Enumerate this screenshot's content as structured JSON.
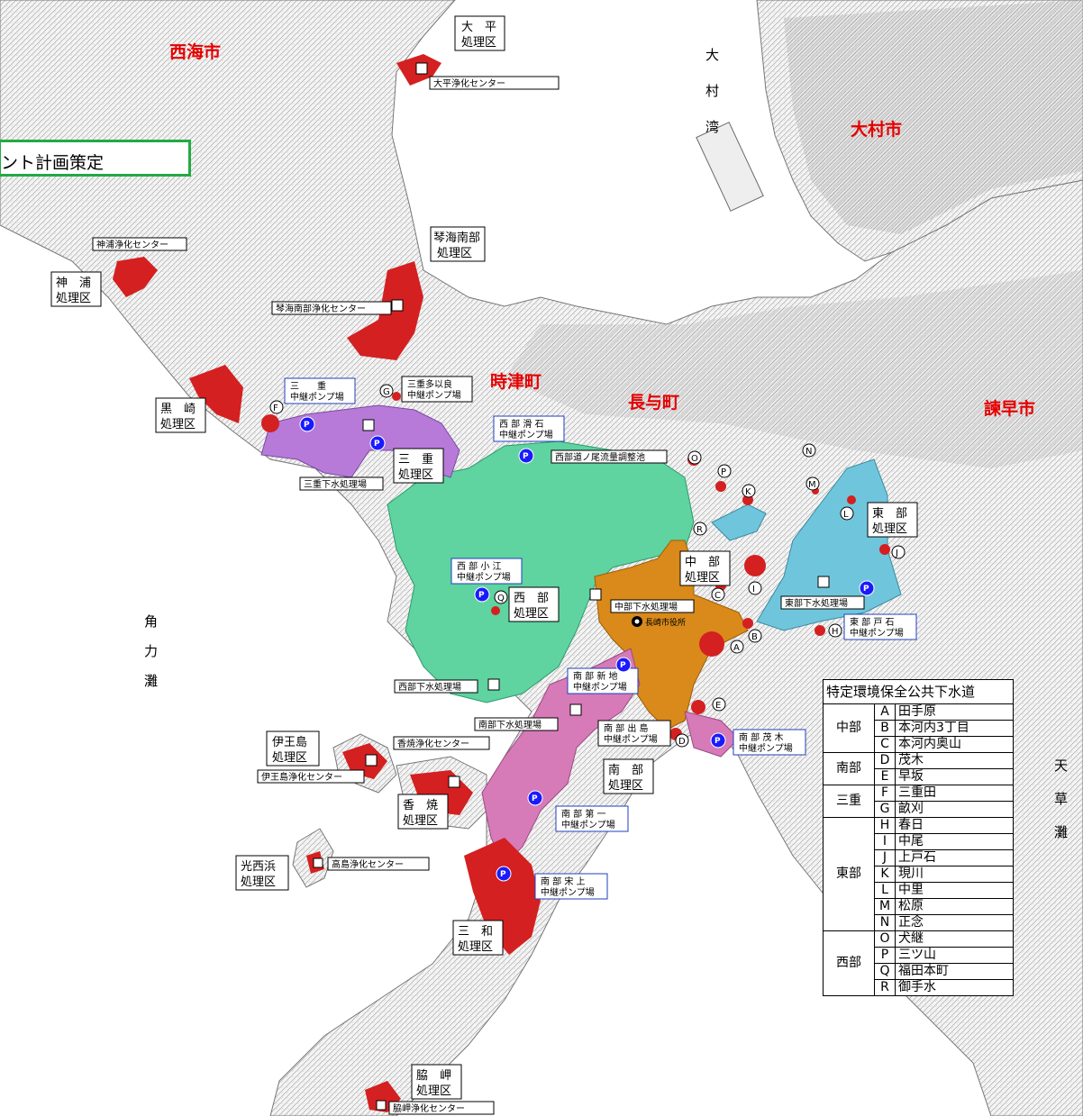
{
  "banner": {
    "text": "ント計画策定"
  },
  "sea_labels": [
    {
      "id": "omura-bay",
      "chars": [
        "大",
        "村",
        "湾"
      ]
    },
    {
      "id": "kakuriki",
      "chars": [
        "角",
        "力",
        "灘"
      ]
    },
    {
      "id": "amakusa",
      "chars": [
        "天",
        "草",
        "灘"
      ]
    }
  ],
  "cities": [
    {
      "id": "saikai",
      "name": "西海市"
    },
    {
      "id": "omura",
      "name": "大村市"
    },
    {
      "id": "togitsu",
      "name": "時津町"
    },
    {
      "id": "nagayo",
      "name": "長与町"
    },
    {
      "id": "isahaya",
      "name": "諫早市"
    }
  ],
  "districts": [
    {
      "id": "ohira",
      "lines": [
        "大　平",
        "処理区"
      ]
    },
    {
      "id": "kotoumi-nanbu",
      "lines": [
        "琴海南部",
        "処理区"
      ]
    },
    {
      "id": "kounoura",
      "lines": [
        "神　浦",
        "処理区"
      ]
    },
    {
      "id": "kurosaki",
      "lines": [
        "黒　崎",
        "処理区"
      ]
    },
    {
      "id": "mie",
      "lines": [
        "三　重",
        "処理区"
      ]
    },
    {
      "id": "chubu",
      "lines": [
        "中　部",
        "処理区"
      ]
    },
    {
      "id": "tobu",
      "lines": [
        "東　部",
        "処理区"
      ]
    },
    {
      "id": "seibu",
      "lines": [
        "西　部",
        "処理区"
      ]
    },
    {
      "id": "nanbu",
      "lines": [
        "南　部",
        "処理区"
      ]
    },
    {
      "id": "iojima",
      "lines": [
        "伊王島",
        "処理区"
      ]
    },
    {
      "id": "koyagi",
      "lines": [
        "香　焼",
        "処理区"
      ]
    },
    {
      "id": "kosaihama",
      "lines": [
        "光西浜",
        "処理区"
      ]
    },
    {
      "id": "sanwa",
      "lines": [
        "三　和",
        "処理区"
      ]
    },
    {
      "id": "wakimisaki",
      "lines": [
        "脇　岬",
        "処理区"
      ]
    }
  ],
  "facilities": [
    {
      "id": "ohira-center",
      "name": "大平浄化センター"
    },
    {
      "id": "kounoura-center",
      "name": "神浦浄化センター"
    },
    {
      "id": "kotoumi-center",
      "name": "琴海南部浄化センター"
    },
    {
      "id": "mie-plant",
      "name": "三重下水処理場"
    },
    {
      "id": "seibu-pond",
      "name": "西部道ノ尾流量調整池"
    },
    {
      "id": "chubu-plant",
      "name": "中部下水処理場"
    },
    {
      "id": "tobu-plant",
      "name": "東部下水処理場"
    },
    {
      "id": "seibu-plant",
      "name": "西部下水処理場"
    },
    {
      "id": "nanbu-plant",
      "name": "南部下水処理場"
    },
    {
      "id": "koyagi-center",
      "name": "香焼浄化センター"
    },
    {
      "id": "iojima-center",
      "name": "伊王島浄化センター"
    },
    {
      "id": "takashima-center",
      "name": "高島浄化センター"
    },
    {
      "id": "wakimisaki-center",
      "name": "脇岬浄化センター"
    }
  ],
  "pump_stations": [
    {
      "id": "mie-pump",
      "lines": [
        "三　　重",
        "中継ポンプ場"
      ]
    },
    {
      "id": "mie-tarai-pump",
      "lines": [
        "三重多以良",
        "中継ポンプ場"
      ]
    },
    {
      "id": "seibu-nameshi-pump",
      "lines": [
        "西 部 滑 石",
        "中継ポンプ場"
      ]
    },
    {
      "id": "seibu-koe-pump",
      "lines": [
        "西 部 小 江",
        "中継ポンプ場"
      ]
    },
    {
      "id": "tobu-toishi-pump",
      "lines": [
        "東 部 戸 石",
        "中継ポンプ場"
      ]
    },
    {
      "id": "nanbu-shinchi-pump",
      "lines": [
        "南 部 新 地",
        "中継ポンプ場"
      ]
    },
    {
      "id": "nanbu-dejima-pump",
      "lines": [
        "南 部 出 島",
        "中継ポンプ場"
      ]
    },
    {
      "id": "nanbu-mogi-pump",
      "lines": [
        "南 部 茂 木",
        "中継ポンプ場"
      ]
    },
    {
      "id": "nanbu-daiichi-pump",
      "lines": [
        "南 部 第 一",
        "中継ポンプ場"
      ]
    },
    {
      "id": "nanbu-sotome-pump",
      "lines": [
        "南 部 宋 上",
        "中継ポンプ場"
      ]
    }
  ],
  "city_hall": "長崎市役所",
  "pump_symbol": "P",
  "legend": {
    "title": "特定環境保全公共下水道",
    "groups": [
      {
        "name": "中部",
        "items": [
          {
            "code": "A",
            "name": "田手原"
          },
          {
            "code": "B",
            "name": "本河内3丁目"
          },
          {
            "code": "C",
            "name": "本河内奥山"
          }
        ]
      },
      {
        "name": "南部",
        "items": [
          {
            "code": "D",
            "name": "茂木"
          },
          {
            "code": "E",
            "name": "早坂"
          }
        ]
      },
      {
        "name": "三重",
        "items": [
          {
            "code": "F",
            "name": "三重田"
          },
          {
            "code": "G",
            "name": "畝刈"
          }
        ]
      },
      {
        "name": "東部",
        "items": [
          {
            "code": "H",
            "name": "春日"
          },
          {
            "code": "I",
            "name": "中尾"
          },
          {
            "code": "J",
            "name": "上戸石"
          },
          {
            "code": "K",
            "name": "現川"
          },
          {
            "code": "L",
            "name": "中里"
          },
          {
            "code": "M",
            "name": "松原"
          },
          {
            "code": "N",
            "name": "正念"
          }
        ]
      },
      {
        "name": "西部",
        "items": [
          {
            "code": "O",
            "name": "犬継"
          },
          {
            "code": "P",
            "name": "三ツ山"
          },
          {
            "code": "Q",
            "name": "福田本町"
          },
          {
            "code": "R",
            "name": "御手水"
          }
        ]
      }
    ]
  },
  "colors": {
    "seibu": "#5fd3a0",
    "chubu": "#d98a1a",
    "tobu": "#6fc6dc",
    "nanbu": "#d67ab8",
    "mie": "#b77ad9",
    "small": "#d42020",
    "pump": "#1a1aff",
    "city_label": "#e60000",
    "banner_border": "#22aa44"
  }
}
